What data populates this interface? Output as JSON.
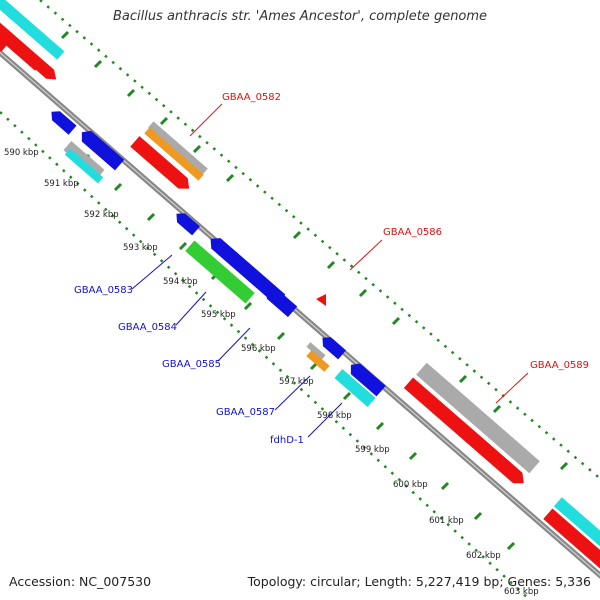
{
  "title": "Bacillus anthracis str. 'Ames Ancestor', complete genome",
  "footer": {
    "accession_label": "Accession: NC_007530",
    "summary_label": "Topology: circular; Length: 5,227,419 bp; Genes: 5,336"
  },
  "scale": {
    "ticks": [
      "590 kbp",
      "591 kbp",
      "592 kbp",
      "593 kbp",
      "594 kbp",
      "595 kbp",
      "596 kbp",
      "597 kbp",
      "598 kbp",
      "599 kbp",
      "600 kbp",
      "601 kbp",
      "602 kbp",
      "603 kbp"
    ]
  },
  "gene_labels": {
    "upper": [
      "GBAA_0582",
      "GBAA_0586",
      "GBAA_0589"
    ],
    "lower": [
      "GBAA_0583",
      "GBAA_0584",
      "GBAA_0585",
      "GBAA_0587",
      "fdhD-1"
    ]
  },
  "colors": {
    "forward_cds": "#ee1111",
    "reverse_cds": "#1111dd",
    "rna_band": "#22dddd",
    "gc_band": "#aaaaaa",
    "highlight_green": "#33cc33",
    "highlight_orange": "#ee9922",
    "dotted_guide": "#228822",
    "backbone": "#888888",
    "upper_label": "#dd1111",
    "lower_label": "#1111cc"
  }
}
